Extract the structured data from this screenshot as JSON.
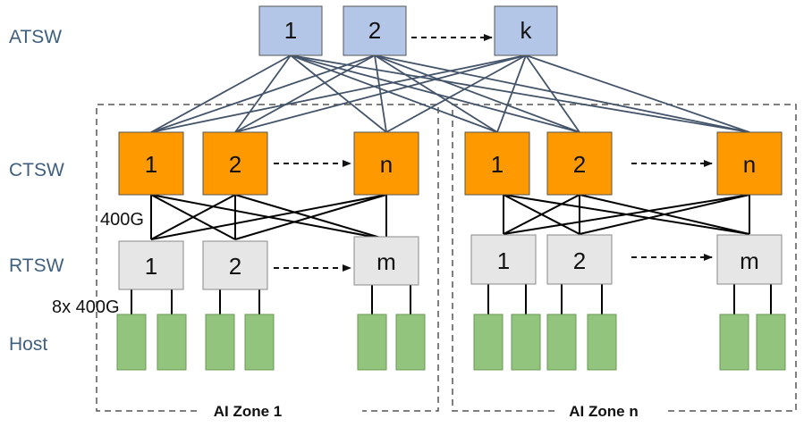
{
  "layers": {
    "atsw": "ATSW",
    "ctsw": "CTSW",
    "rtsw": "RTSW",
    "host": "Host"
  },
  "atsw": [
    "1",
    "2",
    "k"
  ],
  "zone1": {
    "label": "AI Zone 1",
    "ctsw": [
      "1",
      "2",
      "n"
    ],
    "rtsw": [
      "1",
      "2",
      "m"
    ],
    "link_ctsw_rtsw": "400G",
    "link_rtsw_host": "8x 400G"
  },
  "zone_n": {
    "label": "AI Zone n",
    "ctsw": [
      "1",
      "2",
      "n"
    ],
    "rtsw": [
      "1",
      "2",
      "m"
    ]
  },
  "colors": {
    "atsw": "#b4c6e7",
    "ctsw": "#ff9900",
    "rtsw": "#e6e6e6",
    "host": "#92c47d",
    "line": "#44546a"
  }
}
